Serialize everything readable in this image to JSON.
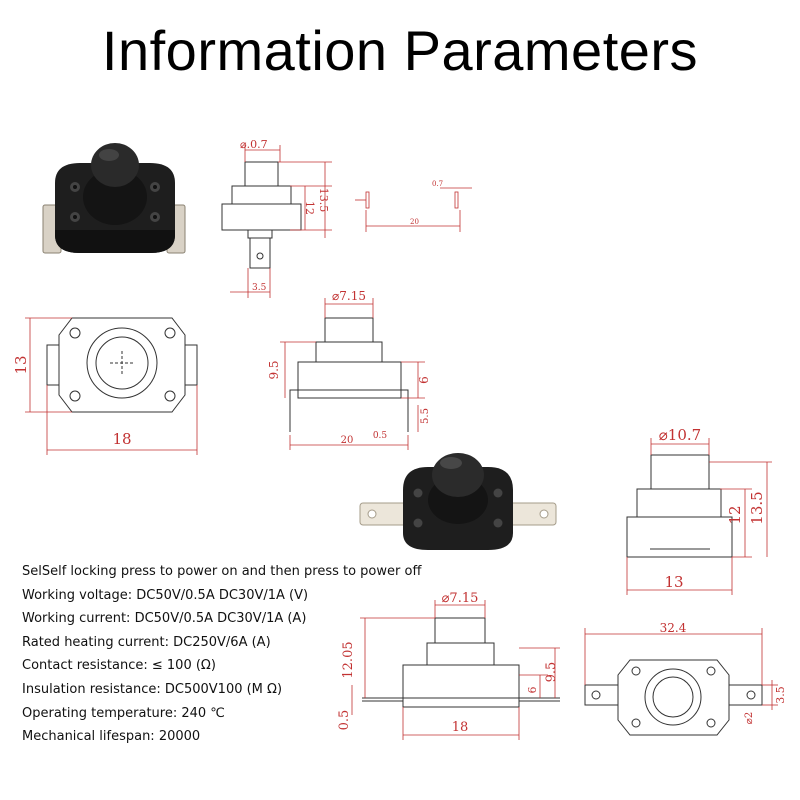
{
  "title": "Information Parameters",
  "specs": [
    "SelSelf locking press to power on and then press to power off",
    "Working voltage: DC50V/0.5A DC30V/1A (V)",
    "Working current: DC50V/0.5A DC30V/1A (A)",
    "Rated heating current: DC250V/6A (A)",
    "Contact resistance: ≤ 100 (Ω)",
    "Insulation resistance: DC500V100 (M Ω)",
    "Operating temperature: 240 ℃",
    "Mechanical lifespan: 20000"
  ],
  "dimensions": {
    "d07": "⌀.0.7",
    "d12a": "12",
    "d135a": "13.5",
    "d35": "3.5",
    "small_07": "0.7",
    "small_20": "20",
    "d715a": "⌀7.15",
    "d13": "13",
    "d18a": "18",
    "d95a": "9.5",
    "d6a": "6",
    "d55": "5.5",
    "d20": "20",
    "d05a": "0.5",
    "d107": "⌀10.7",
    "d12b": "12",
    "d135b": "13.5",
    "d13b": "13",
    "d715b": "⌀7.15",
    "d1205": "12.05",
    "d95b": "9.5",
    "d6b": "6",
    "d05b": "0.5",
    "d18b": "18",
    "d324": "32.4",
    "d35b": "3.5",
    "d20b": "⌀2"
  },
  "colors": {
    "dimension": "#c23232",
    "outline": "#333333",
    "body": "#1a1a1a"
  }
}
